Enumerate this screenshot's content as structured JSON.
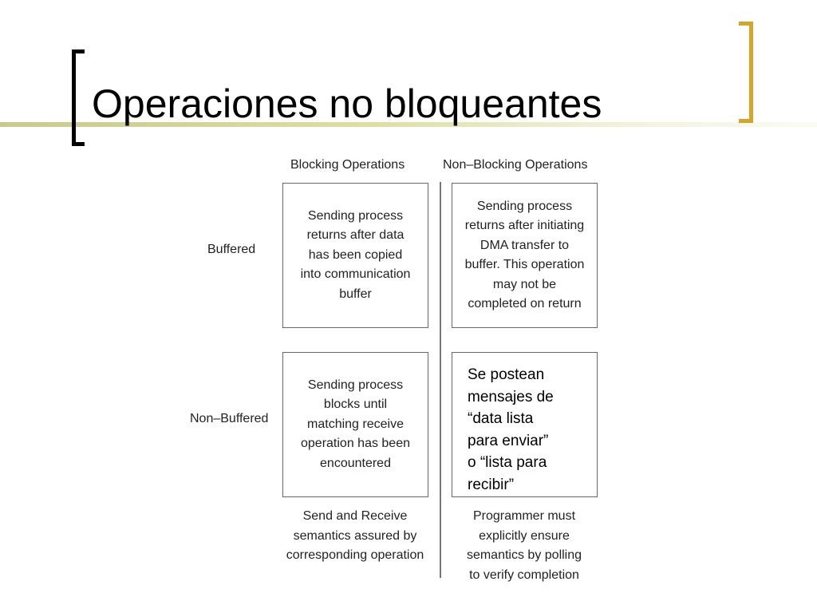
{
  "slide": {
    "title": "Operaciones no bloqueantes",
    "accent_color": "#d4a52a",
    "accent_line_color": "#c9c98a"
  },
  "diagram": {
    "column_headers": [
      "Blocking Operations",
      "Non–Blocking Operations"
    ],
    "row_labels": [
      "Buffered",
      "Non–Buffered"
    ],
    "cells": {
      "buffered_blocking": "Sending process\nreturns after data\nhas been copied\ninto communication\nbuffer",
      "buffered_nonblocking": "Sending process\nreturns after initiating\nDMA transfer to\nbuffer. This operation\nmay not be\ncompleted on return",
      "nonbuffered_blocking": "Sending process\nblocks until\nmatching receive\noperation has been\nencountered",
      "nonbuffered_nonblocking": "Se postean\nmensajes de\n“data lista\npara enviar”\no “lista para\nrecibir”"
    },
    "captions": {
      "blocking": "Send and Receive\nsemantics assured by\ncorresponding operation",
      "nonblocking": "Programmer must\nexplicitly ensure\nsemantics by polling\nto verify completion"
    }
  }
}
